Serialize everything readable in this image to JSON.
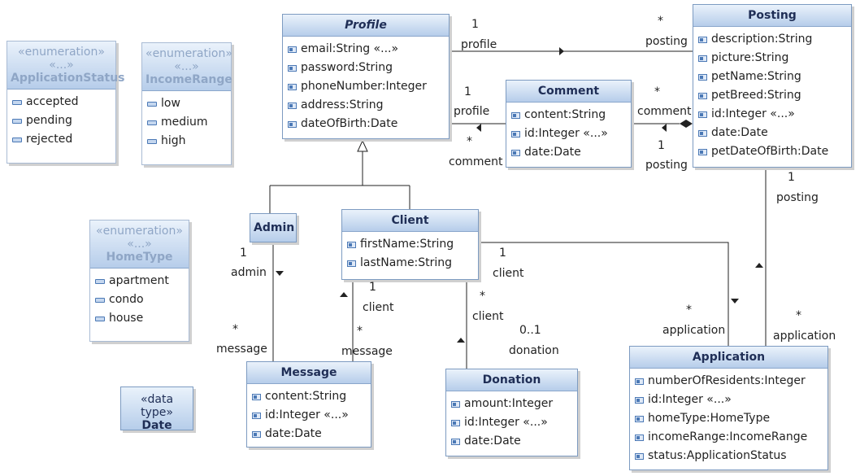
{
  "classes": {
    "profile": {
      "name": "Profile",
      "attrs": [
        "email:String «...»",
        "password:String",
        "phoneNumber:Integer",
        "address:String",
        "dateOfBirth:Date"
      ]
    },
    "comment": {
      "name": "Comment",
      "attrs": [
        "content:String",
        "id:Integer «...»",
        "date:Date"
      ]
    },
    "posting": {
      "name": "Posting",
      "attrs": [
        "description:String",
        "picture:String",
        "petName:String",
        "petBreed:String",
        "id:Integer «...»",
        "date:Date",
        "petDateOfBirth:Date"
      ]
    },
    "admin": {
      "name": "Admin"
    },
    "client": {
      "name": "Client",
      "attrs": [
        "firstName:String",
        "lastName:String"
      ]
    },
    "message": {
      "name": "Message",
      "attrs": [
        "content:String",
        "id:Integer «...»",
        "date:Date"
      ]
    },
    "donation": {
      "name": "Donation",
      "attrs": [
        "amount:Integer",
        "id:Integer «...»",
        "date:Date"
      ]
    },
    "application": {
      "name": "Application",
      "attrs": [
        "numberOfResidents:Integer",
        "id:Integer «...»",
        "homeType:HomeType",
        "incomeRange:IncomeRange",
        "status:ApplicationStatus"
      ]
    }
  },
  "enums": {
    "application_status": {
      "stereo": "«enumeration»",
      "dots": "«...»",
      "name": "ApplicationStatus",
      "literals": [
        "accepted",
        "pending",
        "rejected"
      ]
    },
    "income_range": {
      "stereo": "«enumeration»",
      "dots": "«...»",
      "name": "IncomeRange",
      "literals": [
        "low",
        "medium",
        "high"
      ]
    },
    "home_type": {
      "stereo": "«enumeration»",
      "dots": "«...»",
      "name": "HomeType",
      "literals": [
        "apartment",
        "condo",
        "house"
      ]
    }
  },
  "datatype": {
    "stereo": "«data type»",
    "name": "Date"
  },
  "labels": {
    "profile_posting_mult1": "1",
    "profile_posting_role1": "profile",
    "profile_posting_mult2": "*",
    "profile_posting_role2": "posting",
    "profile_comment_mult1": "1",
    "profile_comment_role1": "profile",
    "profile_comment_mult2": "*",
    "profile_comment_role2": "comment",
    "comment_posting_mult1": "*",
    "comment_posting_role1": "comment",
    "comment_posting_mult2": "1",
    "comment_posting_role2": "posting",
    "admin_message_mult1": "1",
    "admin_message_role1": "admin",
    "admin_message_mult2": "*",
    "admin_message_role2": "message",
    "client_message_mult1": "1",
    "client_message_role1": "client",
    "client_message_mult2": "*",
    "client_message_role2": "message",
    "client_donation_mult1": "*",
    "client_donation_role1": "client",
    "client_donation_mult2": "0..1",
    "client_donation_role2": "donation",
    "client_application_mult1": "1",
    "client_application_role1": "client",
    "client_application_mult2": "*",
    "client_application_role2": "application",
    "posting_application_mult1": "1",
    "posting_application_role1": "posting",
    "posting_application_mult2": "*",
    "posting_application_role2": "application"
  }
}
